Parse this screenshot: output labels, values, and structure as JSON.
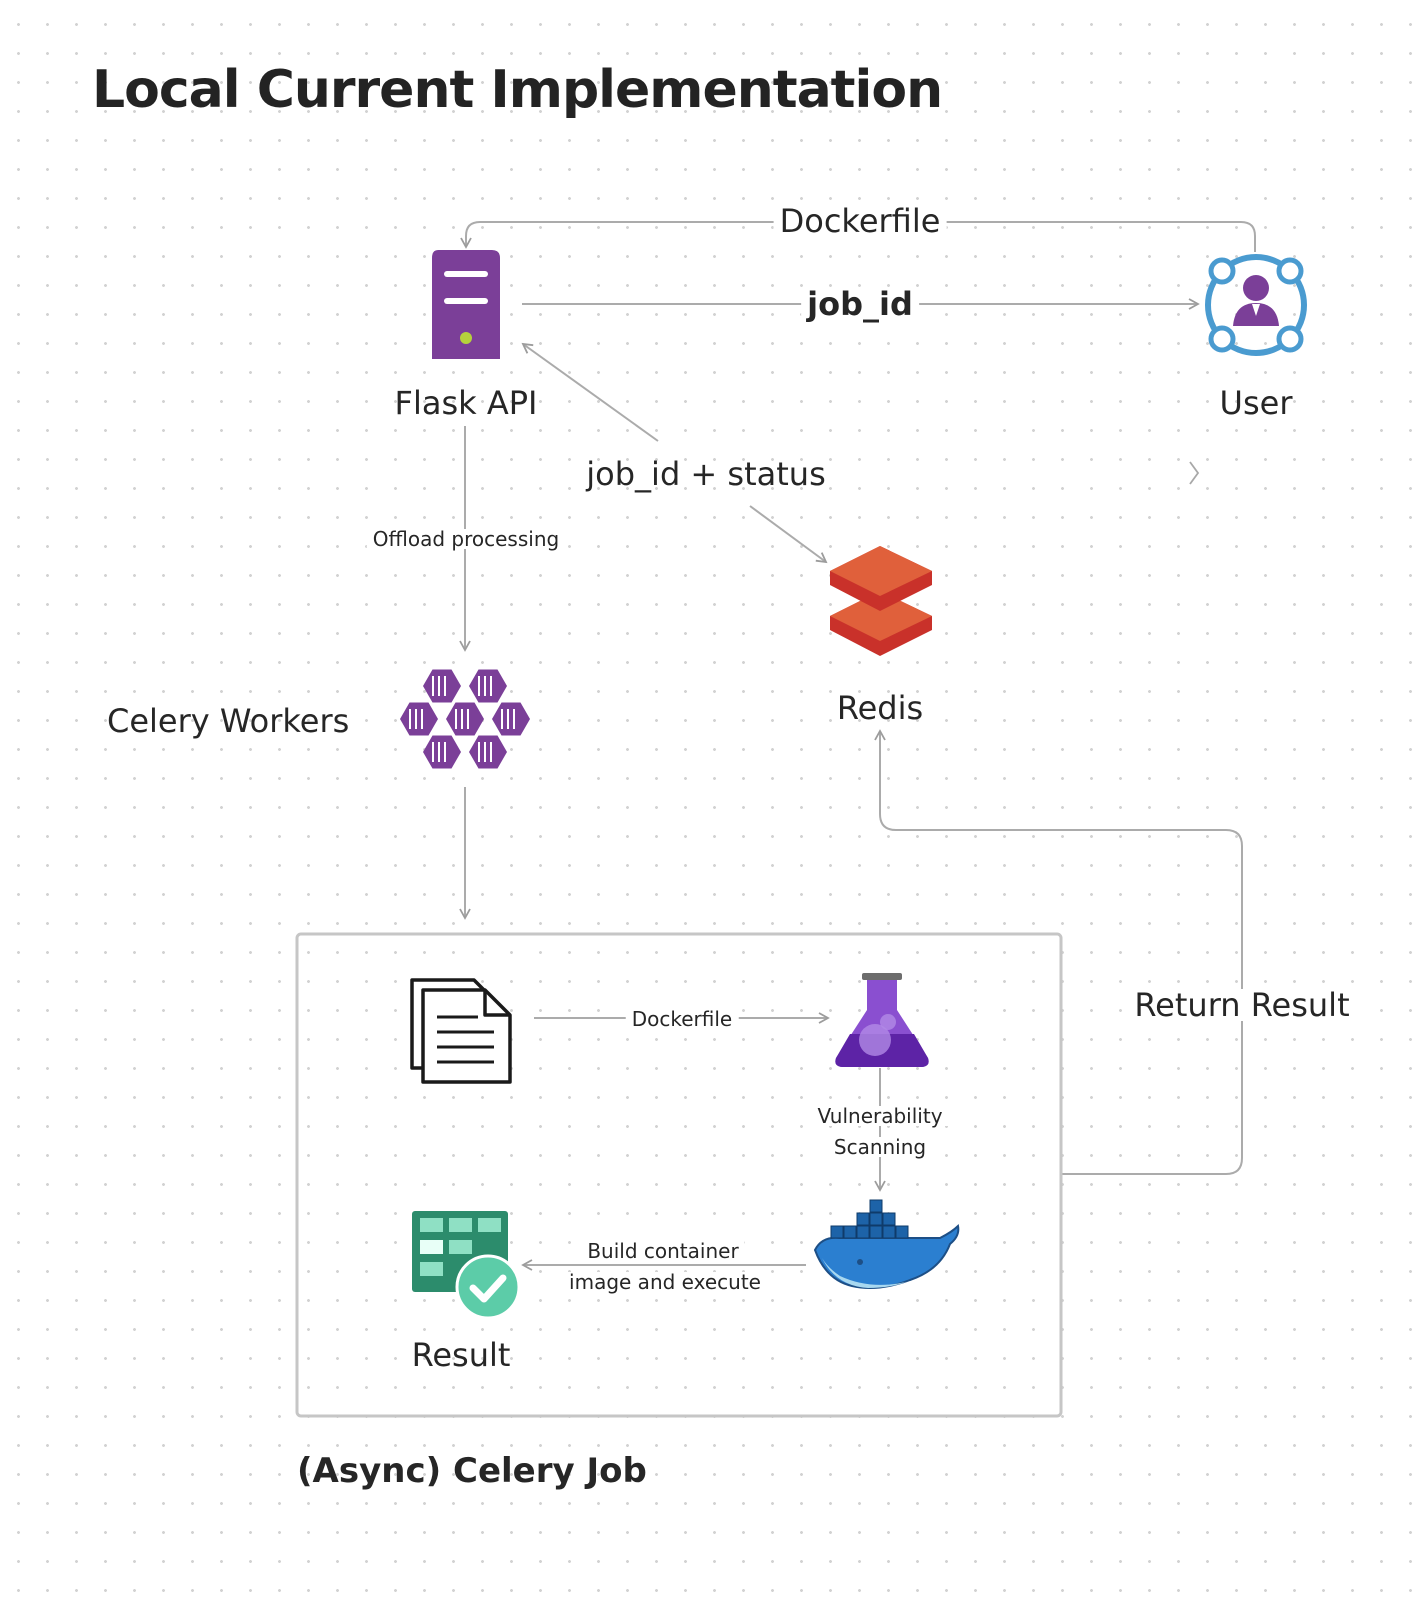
{
  "title": "Local Current Implementation",
  "nodes": {
    "flask_api": "Flask API",
    "user": "User",
    "redis": "Redis",
    "celery_workers": "Celery Workers",
    "result": "Result"
  },
  "edges": {
    "dockerfile_top": "Dockerfile",
    "job_id": "job_id",
    "job_id_status": "job_id + status",
    "offload": "Offload processing",
    "return_result": "Return Result",
    "dockerfile_inner": "Dockerfile",
    "scan_line1": "Vulnerability",
    "scan_line2": "Scanning",
    "build_line1": "Build container",
    "build_line2": "image and execute"
  },
  "group_title": "(Async) Celery Job",
  "icons": [
    "server-icon",
    "user-icon",
    "redis-icon",
    "celery-workers-icon",
    "document-icon",
    "flask-icon",
    "docker-icon",
    "result-table-icon"
  ],
  "colors": {
    "server": "#7b3f98",
    "server_led": "#b5d23c",
    "user_ring": "#4a9bd0",
    "user_person": "#7b3f98",
    "redis_top": "#e0603b",
    "redis_dark": "#c9312a",
    "workers": "#7b3f98",
    "flask": "#7c3fc6",
    "docker": "#1d63a8",
    "result": "#2c8c6c",
    "check": "#5ccca8",
    "connector": "#a8a8a8"
  }
}
